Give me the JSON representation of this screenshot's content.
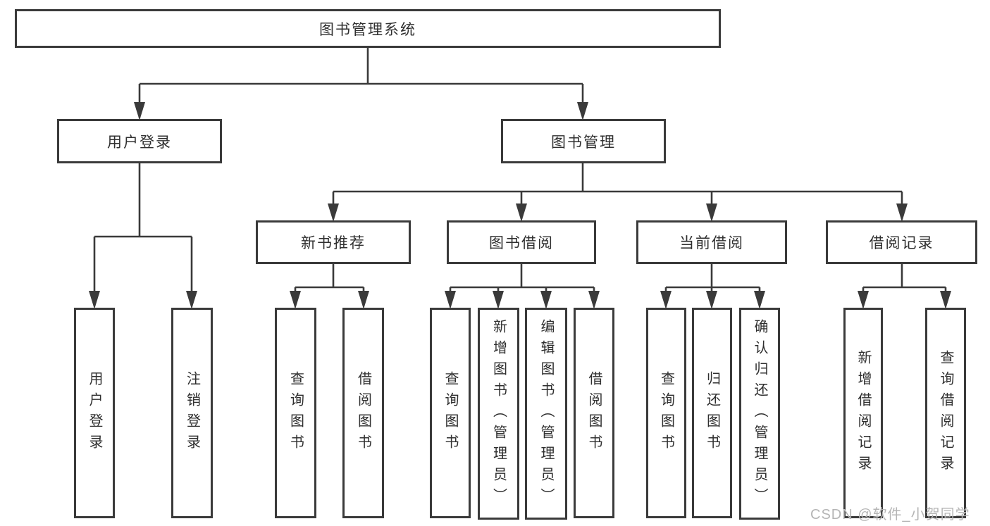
{
  "colors": {
    "line": "#3a3a3a",
    "text": "#2f2f2f",
    "box_bg": "#ffffff",
    "watermark": "#b5b5b5"
  },
  "tree": {
    "root": "图书管理系统",
    "user_login": {
      "label": "用户登录",
      "children": [
        "用户登录",
        "注销登录"
      ]
    },
    "book_mgmt": {
      "label": "图书管理",
      "new_book_rec": {
        "label": "新书推荐",
        "children": [
          "查询图书",
          "借阅图书"
        ]
      },
      "book_borrow": {
        "label": "图书借阅",
        "children": [
          "查询图书",
          "新增图书（管理员）",
          "编辑图书（管理员）",
          "借阅图书"
        ]
      },
      "current_borrow": {
        "label": "当前借阅",
        "children": [
          "查询图书",
          "归还图书",
          "确认归还（管理员）"
        ]
      },
      "borrow_records": {
        "label": "借阅记录",
        "children": [
          "新增借阅记录",
          "查询借阅记录"
        ]
      }
    }
  },
  "watermark": "CSDN @软件_小贺同学"
}
